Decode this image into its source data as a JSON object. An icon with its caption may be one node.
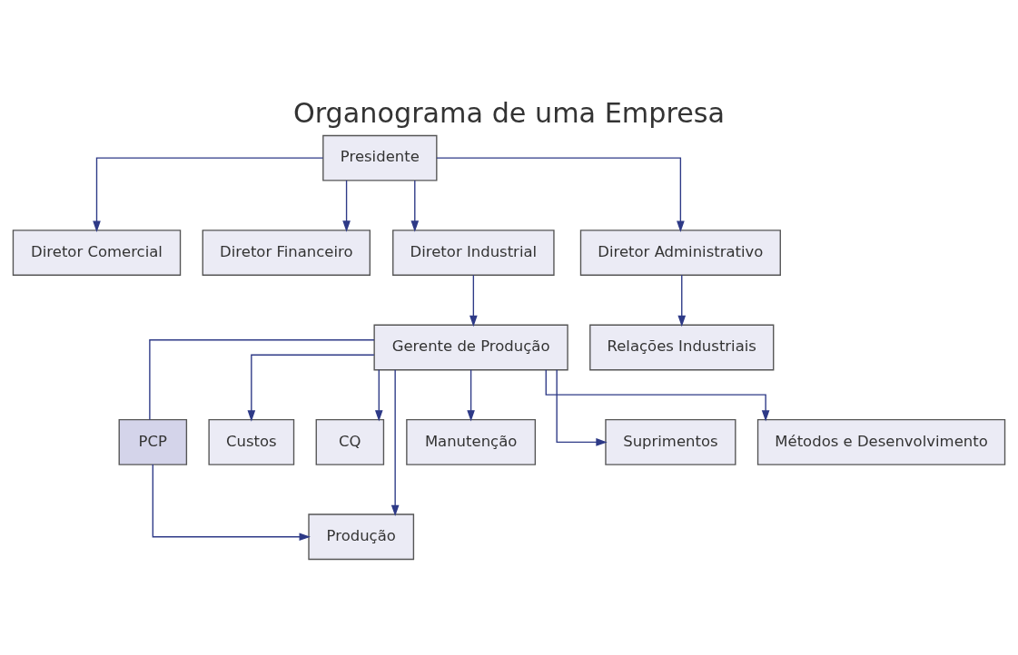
{
  "diagram": {
    "title": "Organograma de uma Empresa",
    "nodes": [
      {
        "text": [
          "Presidente"
        ]
      },
      {
        "text": [
          "Diretor Comercial"
        ]
      },
      {
        "text": [
          "Diretor Financeiro"
        ]
      },
      {
        "text": [
          "Diretor Industrial"
        ]
      },
      {
        "text": [
          "Diretor Administrativo"
        ]
      },
      {
        "text": [
          "Gerente de Produção"
        ]
      },
      {
        "text": [
          "PCP"
        ]
      },
      {
        "text": [
          "Custos"
        ]
      },
      {
        "text": [
          "CQ"
        ]
      },
      {
        "text": [
          "Manutenção"
        ]
      },
      {
        "text": [
          "Produção"
        ]
      },
      {
        "text": [
          "Suprimentos"
        ]
      },
      {
        "text": [
          "Métodos e Desenvolvimento"
        ]
      },
      {
        "text": [
          "Relações Industriais"
        ]
      }
    ],
    "edges": [
      {
        "from": 0,
        "to": 1,
        "arrow": "to"
      },
      {
        "from": 0,
        "to": 2,
        "arrow": "to"
      },
      {
        "from": 0,
        "to": 3,
        "arrow": "to"
      },
      {
        "from": 0,
        "to": 4,
        "arrow": "to"
      },
      {
        "from": 3,
        "to": 5,
        "arrow": "to"
      },
      {
        "from": 5,
        "to": 6,
        "arrow": "none"
      },
      {
        "from": 6,
        "to": 10,
        "arrow": "to"
      },
      {
        "from": 5,
        "to": 7,
        "arrow": "to"
      },
      {
        "from": 5,
        "to": 8,
        "arrow": "to"
      },
      {
        "from": 5,
        "to": 9,
        "arrow": "to"
      },
      {
        "from": 5,
        "to": 10,
        "arrow": "to"
      },
      {
        "from": 5,
        "to": 11,
        "arrow": "to"
      },
      {
        "from": 5,
        "to": 12,
        "arrow": "to"
      },
      {
        "from": 4,
        "to": 13,
        "arrow": "to"
      }
    ]
  }
}
